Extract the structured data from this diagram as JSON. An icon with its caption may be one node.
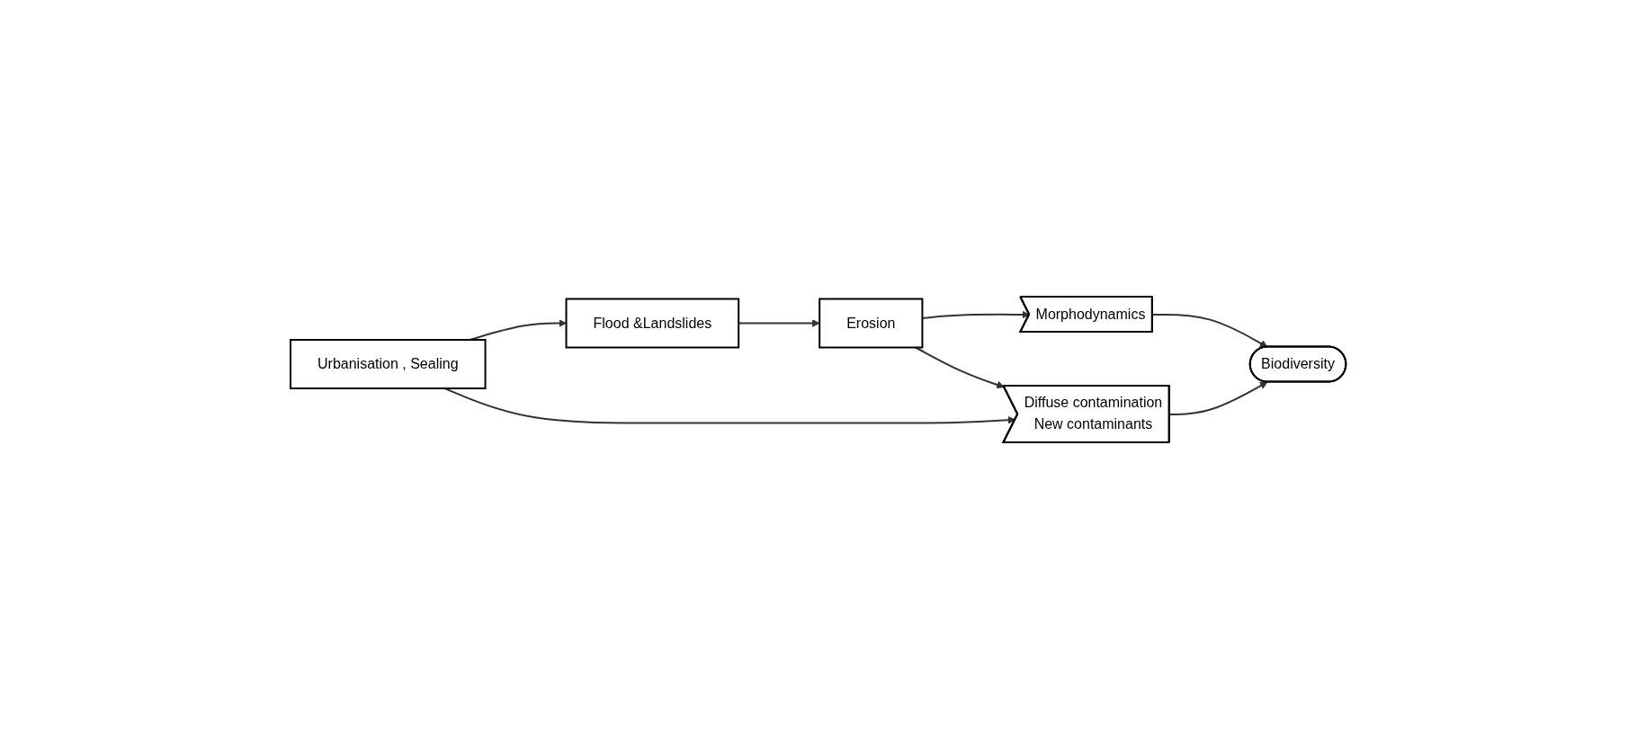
{
  "diagram": {
    "nodes": [
      {
        "text": [
          "Flood &Landslides"
        ]
      },
      {
        "text": [
          "Erosion"
        ]
      },
      {
        "text": [
          "Urbanisation , Sealing"
        ]
      },
      {
        "text": [
          "Morphodynamics"
        ]
      },
      {
        "text": [
          "Diffuse contamination",
          "New contaminants"
        ]
      },
      {
        "text": [
          "Biodiversity"
        ]
      }
    ],
    "edges": [
      {
        "from": 0,
        "to": 1,
        "arrow": "to"
      },
      {
        "from": 2,
        "to": 0,
        "arrow": "to"
      },
      {
        "from": 1,
        "to": 3,
        "arrow": "to"
      },
      {
        "from": 1,
        "to": 4,
        "arrow": "to"
      },
      {
        "from": 2,
        "to": 4,
        "arrow": "to"
      },
      {
        "from": 3,
        "to": 5,
        "arrow": "to"
      },
      {
        "from": 4,
        "to": 5,
        "arrow": "to"
      }
    ]
  }
}
